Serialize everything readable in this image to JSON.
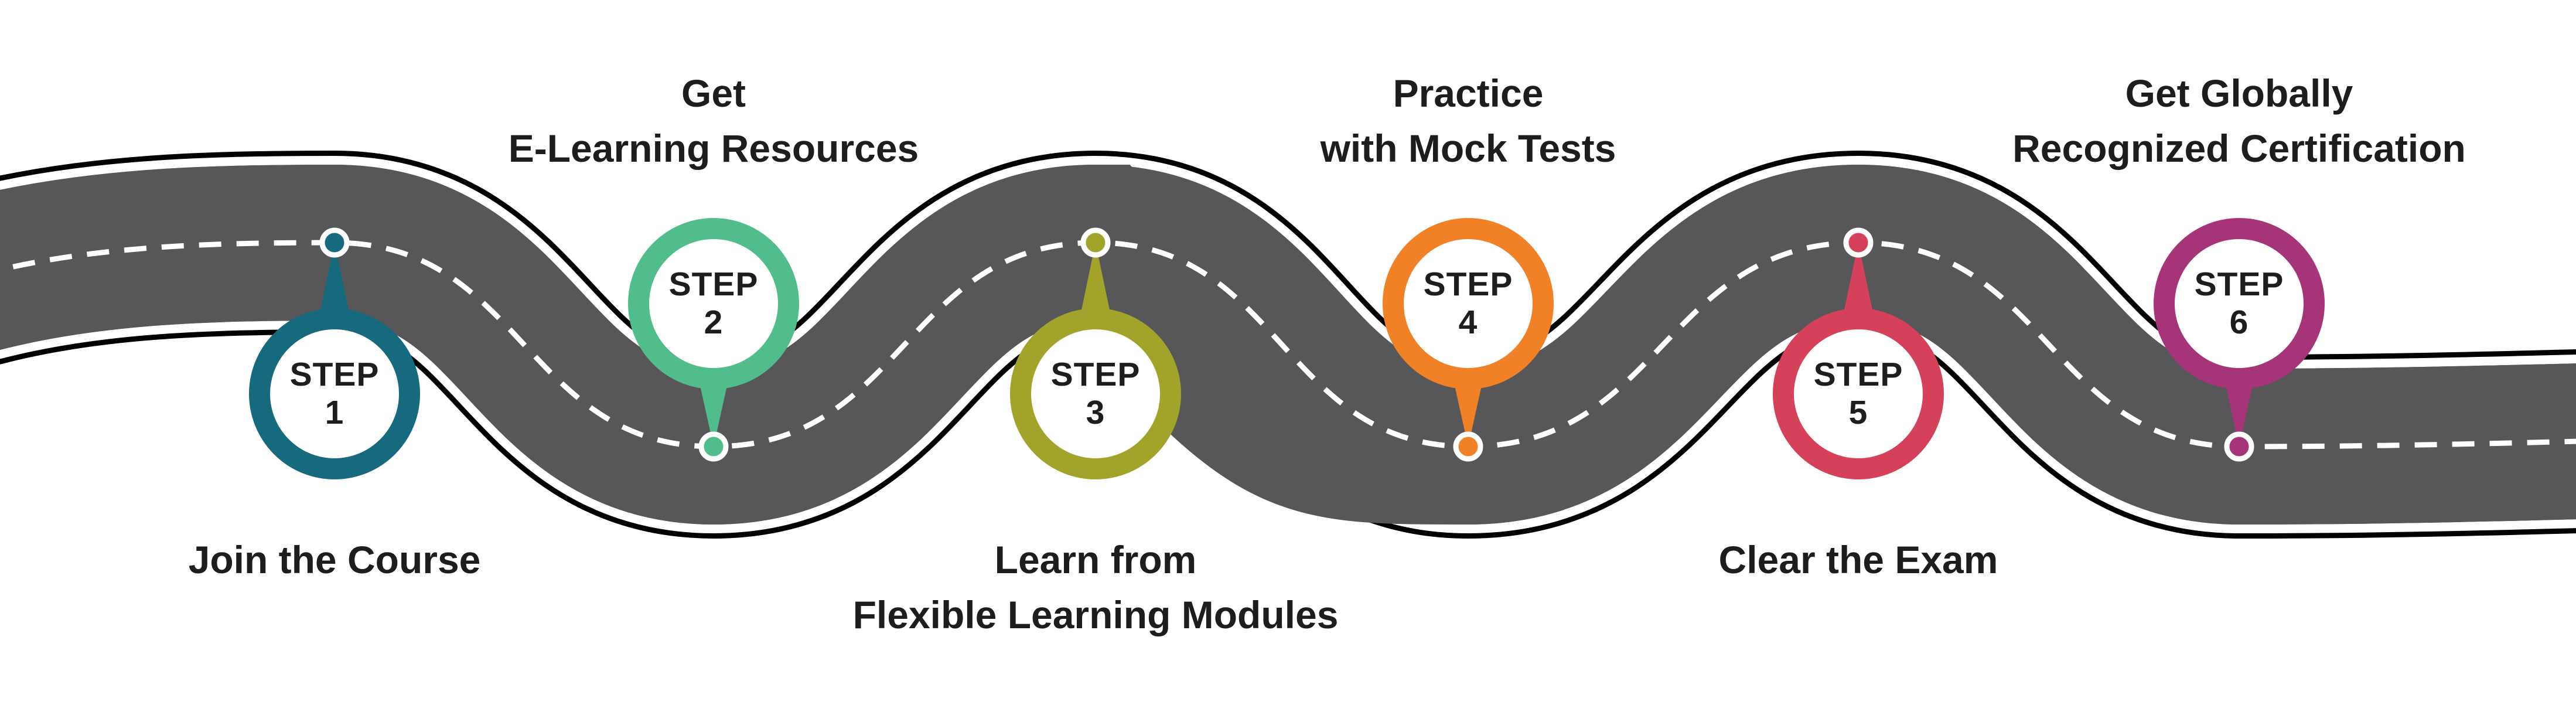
{
  "road": {
    "surface_color": "#57575a",
    "outline_color": "#000000",
    "centerline_color": "#ffffff",
    "centerline_style": "dashed"
  },
  "steps": [
    {
      "step_label": "STEP",
      "number": "1",
      "color": "#17697d",
      "marker_position": "below-road",
      "caption_lines": [
        "Join the Course"
      ]
    },
    {
      "step_label": "STEP",
      "number": "2",
      "color": "#52bd8c",
      "marker_position": "above-road",
      "caption_lines": [
        "Get",
        "E-Learning Resources"
      ]
    },
    {
      "step_label": "STEP",
      "number": "3",
      "color": "#a2a32a",
      "marker_position": "below-road",
      "caption_lines": [
        "Learn from",
        "Flexible Learning Modules"
      ]
    },
    {
      "step_label": "STEP",
      "number": "4",
      "color": "#f08127",
      "marker_position": "above-road",
      "caption_lines": [
        "Practice",
        "with Mock Tests"
      ]
    },
    {
      "step_label": "STEP",
      "number": "5",
      "color": "#d5415a",
      "marker_position": "below-road",
      "caption_lines": [
        "Clear the Exam"
      ]
    },
    {
      "step_label": "STEP",
      "number": "6",
      "color": "#a63478",
      "marker_position": "above-road",
      "caption_lines": [
        "Get Globally",
        "Recognized Certification"
      ]
    }
  ]
}
